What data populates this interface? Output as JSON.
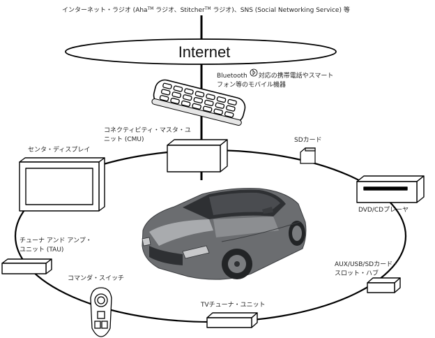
{
  "top_caption": {
    "part1": "インターネット・ラジオ (Aha",
    "tm1": "TM",
    "part2": " ラジオ、Stitcher",
    "tm2": "TM",
    "part3": " ラジオ)、SNS (Social Networking Service) 等"
  },
  "internet_label": "Internet",
  "bluetooth": {
    "line1": "Bluetooth",
    "line1b": "対応の携帯電話やスマート",
    "line2": "フォン等のモバイル機器"
  },
  "cmu": {
    "line1": "コネクティビティ・マスタ・ユ",
    "line2": "ニット (CMU)"
  },
  "sd_card": "SDカード",
  "center_display": "センタ・ディスプレイ",
  "dvd": "DVD/CDプレーヤ",
  "tau": {
    "line1": "チューナ アンド アンプ・",
    "line2": "ユニット (TAU)"
  },
  "commander": "コマンダ・スイッチ",
  "aux_hub": {
    "line1": "AUX/USB/SDカード・",
    "line2": "スロット・ハブ"
  },
  "tv_tuner": "TVチューナ・ユニット",
  "colors": {
    "line": "#000000",
    "device_fill": "#ffffff",
    "car_body": "#6b6d70",
    "car_dark": "#2e3033",
    "car_light": "#a9abae"
  }
}
